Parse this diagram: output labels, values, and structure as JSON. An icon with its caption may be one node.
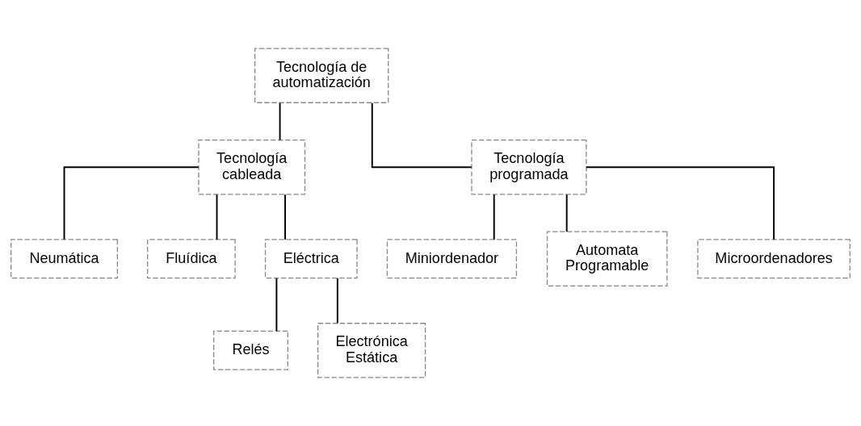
{
  "diagram": {
    "nodes": [
      {
        "text": [
          "Tecnología de automatización"
        ]
      },
      {
        "text": [
          "Tecnología cableada"
        ]
      },
      {
        "text": [
          "Tecnología programada"
        ]
      },
      {
        "text": [
          "Neumática"
        ]
      },
      {
        "text": [
          "Fluídica"
        ]
      },
      {
        "text": [
          "Eléctrica"
        ]
      },
      {
        "text": [
          "Relés"
        ]
      },
      {
        "text": [
          "Electrónica Estática"
        ]
      },
      {
        "text": [
          "Miniordenador"
        ]
      },
      {
        "text": [
          "Automata Programable"
        ]
      },
      {
        "text": [
          "Microordenadores"
        ]
      }
    ],
    "edges": [
      {
        "from": 0,
        "to": 1,
        "arrow": "none"
      },
      {
        "from": 0,
        "to": 2,
        "arrow": "none"
      },
      {
        "from": 1,
        "to": 3,
        "arrow": "none"
      },
      {
        "from": 1,
        "to": 4,
        "arrow": "none"
      },
      {
        "from": 1,
        "to": 5,
        "arrow": "none"
      },
      {
        "from": 5,
        "to": 6,
        "arrow": "none"
      },
      {
        "from": 5,
        "to": 7,
        "arrow": "none"
      },
      {
        "from": 2,
        "to": 8,
        "arrow": "none"
      },
      {
        "from": 2,
        "to": 9,
        "arrow": "none"
      },
      {
        "from": 2,
        "to": 10,
        "arrow": "none"
      }
    ]
  }
}
